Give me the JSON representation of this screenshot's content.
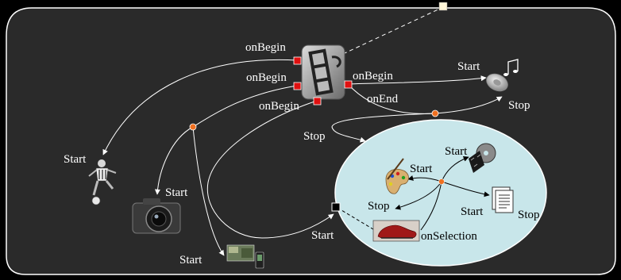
{
  "colors": {
    "canvas": "#2a2a2a",
    "border": "#ffffff",
    "ellipse": "#c8e6ea",
    "connector_red": "#e01010",
    "junction_orange": "#f07020",
    "arrow": "#ffffff",
    "arrow_dark": "#000000"
  },
  "labels": {
    "onbegin_1": "onBegin",
    "onbegin_2": "onBegin",
    "onbegin_3": "onBegin",
    "onbegin_right": "onBegin",
    "onend": "onEnd",
    "start_audio": "Start",
    "stop_audio": "Stop",
    "stop_left": "Stop",
    "start_player": "Start",
    "start_camera": "Start",
    "start_video": "Start",
    "start_ellipse_entry": "Start",
    "start_paint": "Start",
    "start_disc": "Start",
    "start_doc": "Start",
    "stop_doc": "Stop",
    "stop_paint": "Stop",
    "onselection": "onSelection"
  },
  "icons": {
    "central": "film-strip-icon",
    "audio": "speaker-music-icon",
    "player": "soccer-player-icon",
    "camera": "camera-icon",
    "video": "video-clip-icon",
    "paint": "paint-palette-icon",
    "disc": "disc-film-icon",
    "doc": "document-stack-icon",
    "shoe": "shoe-image-icon"
  }
}
